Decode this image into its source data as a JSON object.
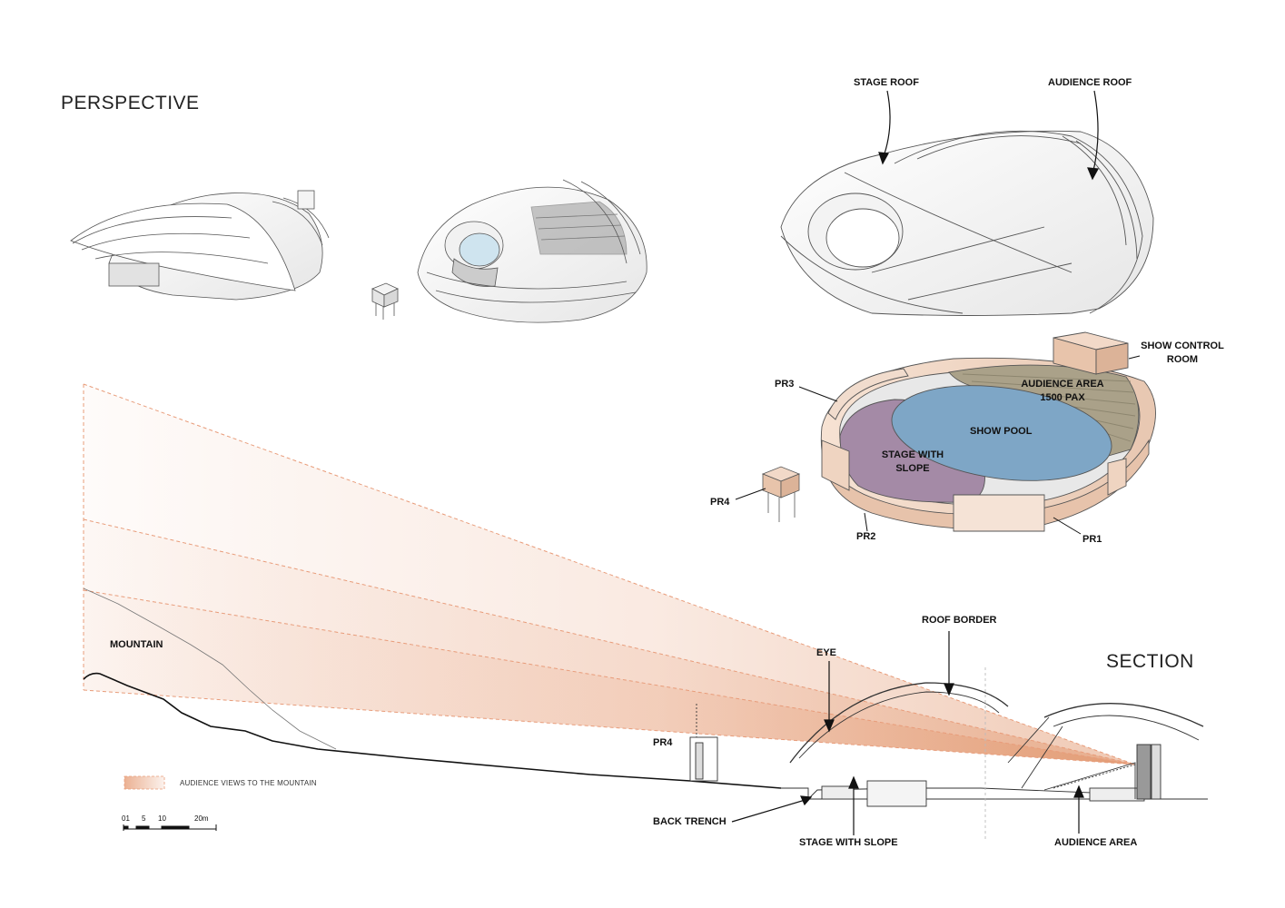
{
  "headings": {
    "perspective": "PERSPECTIVE",
    "section": "SECTION"
  },
  "labels": {
    "stage_roof": "STAGE ROOF",
    "audience_roof": "AUDIENCE ROOF",
    "show_control_room_line1": "SHOW CONTROL",
    "show_control_room_line2": "ROOM",
    "audience_area_1500_line1": "AUDIENCE AREA",
    "audience_area_1500_line2": "1500 PAX",
    "show_pool": "SHOW POOL",
    "stage_with_slope_line1": "STAGE WITH",
    "stage_with_slope_line2": "SLOPE",
    "pr1": "PR1",
    "pr2": "PR2",
    "pr3": "PR3",
    "pr4_plan": "PR4",
    "pr4_section": "PR4",
    "mountain": "MOUNTAIN",
    "roof_border": "ROOF BORDER",
    "eye": "EYE",
    "back_trench": "BACK TRENCH",
    "stage_with_slope_section": "STAGE WITH SLOPE",
    "audience_area_section": "AUDIENCE AREA"
  },
  "legend": {
    "text": "AUDIENCE VIEWS TO THE MOUNTAIN"
  },
  "scale": {
    "ticks": [
      "01",
      "5",
      "10",
      "20m"
    ]
  },
  "colors": {
    "show_pool": "#7ea6c6",
    "stage": "#a48aa6",
    "audience_area": "#aaa189",
    "perimeter_ring": "#f0d9c9",
    "view_cone": "#e9a886",
    "roof_fill": "#ffffff",
    "roof_shade": "#dedede"
  }
}
